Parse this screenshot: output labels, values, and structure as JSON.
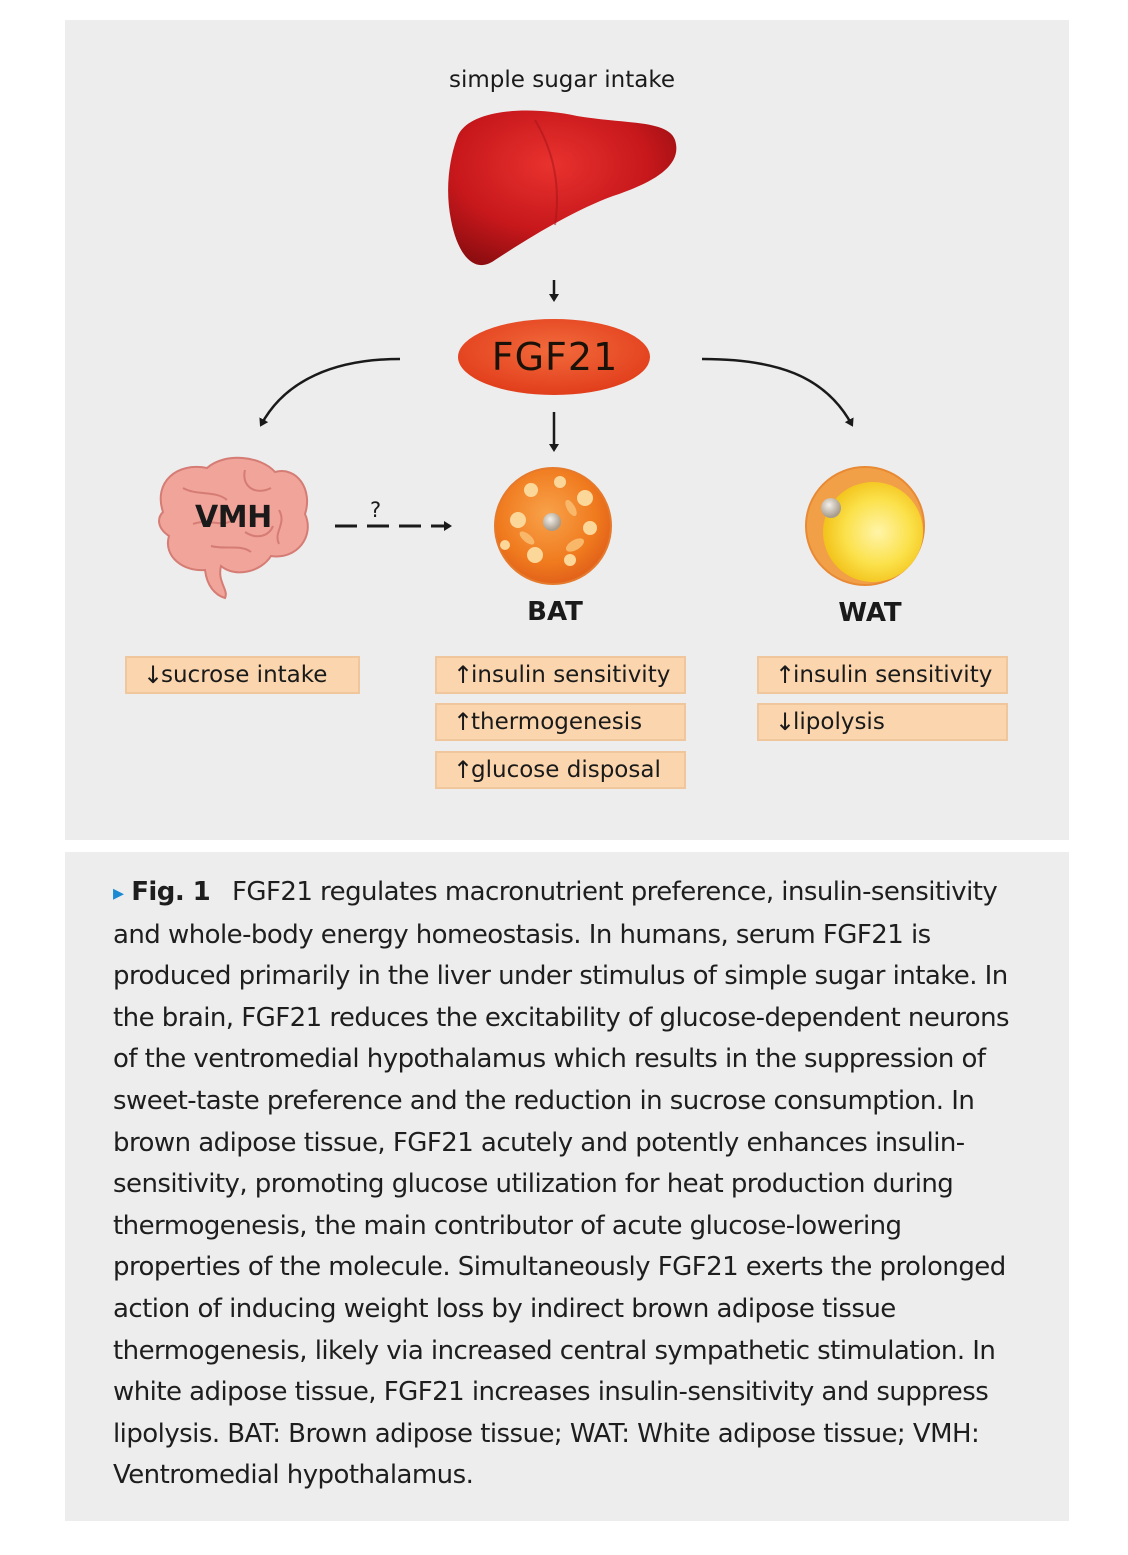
{
  "diagram": {
    "top_label": "simple sugar intake",
    "center_label": "FGF21",
    "brain_label": "VMH",
    "question_mark": "?",
    "bat_label": "BAT",
    "wat_label": "WAT",
    "vmh_effects": [
      {
        "arrow": "down",
        "glyph": "↓",
        "text": "sucrose intake"
      }
    ],
    "bat_effects": [
      {
        "arrow": "up",
        "glyph": "↑",
        "text": "insulin sensitivity"
      },
      {
        "arrow": "up",
        "glyph": "↑",
        "text": "thermogenesis"
      },
      {
        "arrow": "up",
        "glyph": "↑",
        "text": "glucose disposal"
      }
    ],
    "wat_effects": [
      {
        "arrow": "up",
        "glyph": "↑",
        "text": "insulin sensitivity"
      },
      {
        "arrow": "down",
        "glyph": "↓",
        "text": "lipolysis"
      }
    ],
    "colors": {
      "panel_bg": "#ededed",
      "liver": "#c8181c",
      "fgf21_ellipse": "#e8401e",
      "effect_box": "#fad5ad",
      "bat_cell": "#f07a1e",
      "wat_cell": "#f9d21a",
      "caption_marker": "#1b8ad3"
    },
    "icons": [
      "liver-icon",
      "brain-icon",
      "brown-fat-cell-icon",
      "white-fat-cell-icon"
    ]
  },
  "caption": {
    "marker": "▸",
    "label": "Fig. 1",
    "text": "FGF21 regulates macronutrient preference, insulin-sensitivity and whole-body energy homeostasis. In humans, serum FGF21 is produced primarily in the liver under stimulus of simple sugar intake. In the brain, FGF21 reduces the excitability of glucose-dependent neurons of the ventromedial hypothalamus which results in the suppression of sweet-taste preference and the reduction in sucrose consumption. In brown adipose tissue, FGF21 acutely and potently enhances insulin-sensitivity, promoting glucose utilization for heat production during thermogenesis, the main contributor of acute glucose-lowering properties of the molecule. Simultaneously FGF21 exerts the prolonged action of inducing weight loss by indirect brown adipose tissue thermogenesis, likely via increased central sympathetic stimulation. In white adipose tissue, FGF21 increases insulin-sensitivity and suppress lipolysis. BAT: Brown adipose tissue; WAT: White adipose tissue; VMH: Ventromedial hypothalamus."
  }
}
